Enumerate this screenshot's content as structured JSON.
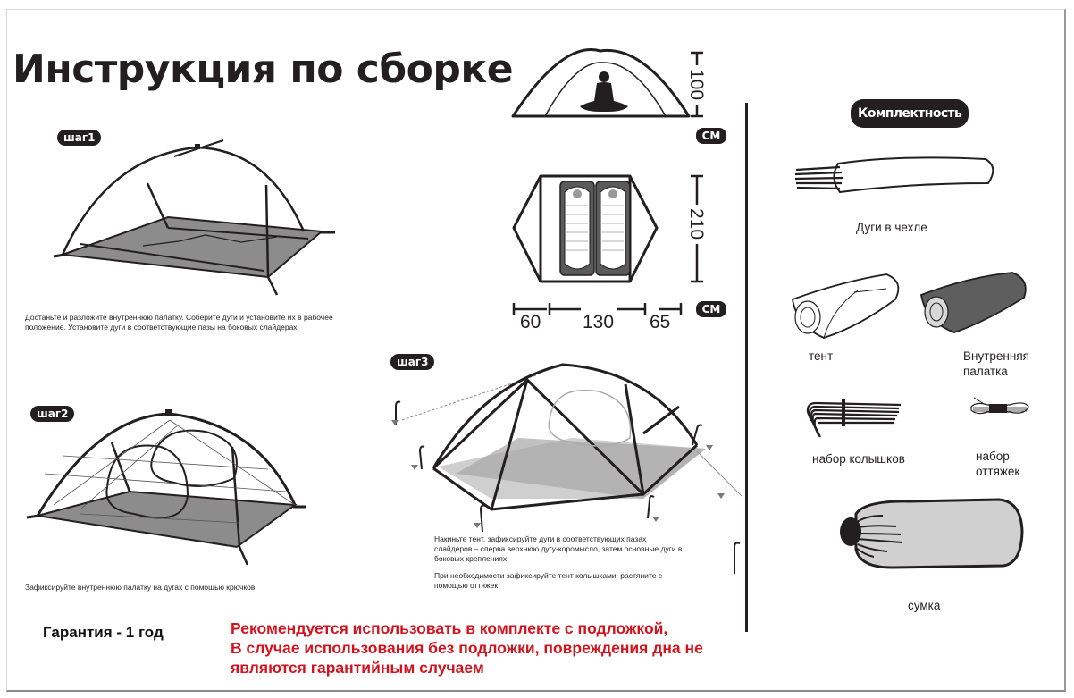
{
  "page": {
    "title": "Инструкция по сборке"
  },
  "steps": [
    {
      "badge": "шаг1",
      "text_lines": [
        "Достаньте и разложите внутреннюю палатку. Соберите дуги и установите их в рабочее",
        "положение. Установите дуги  в соответствующие пазы на боковых слайдерах."
      ]
    },
    {
      "badge": "шаг2",
      "text_lines": [
        "Зафиксируйте внутреннюю палатку на дугах с помощью крючков"
      ]
    },
    {
      "badge": "шаг3",
      "text_lines": [
        "Накиньте  тент, зафиксируйте дуги в соответствующих пазах",
        "слайдеров – сперва верхнюю дугу-коромысло, затем основные дуги в",
        "боковых креплениях."
      ],
      "note_lines": [
        "При необходимости зафиксируйте тент колышками, растяните с",
        "помощью оттяжек"
      ]
    }
  ],
  "dimensions": {
    "height_value": "100",
    "length_value": "210",
    "width_segments": [
      "60",
      "130",
      "65"
    ],
    "unit_label": "CM"
  },
  "contents": {
    "heading": "Комплектность",
    "items": [
      {
        "label": "Дуги в чехле",
        "icon": "poles-in-bag-icon"
      },
      {
        "label": "тент",
        "icon": "rainfly-icon"
      },
      {
        "label_lines": [
          "Внутренняя",
          "палатка"
        ],
        "icon": "inner-tent-icon"
      },
      {
        "label": "набор колышков",
        "icon": "stakes-icon"
      },
      {
        "label_lines": [
          "набор",
          "оттяжек"
        ],
        "icon": "guy-lines-icon"
      },
      {
        "label": "сумка",
        "icon": "stuff-sack-icon"
      }
    ]
  },
  "footer": {
    "warranty": "Гарантия - 1 год",
    "warning_lines": [
      "Рекомендуется использовать в комплекте с подложкой,",
      "В случае использования без подложки, повреждения дна не",
      "являются гарантийным случаем"
    ]
  },
  "colors": {
    "ink": "#231f20",
    "floor_gray": "#8c8c8c",
    "light_gray": "#cfcfcf",
    "warning_red": "#d3131d",
    "dashed_line": "#d69a9a"
  }
}
